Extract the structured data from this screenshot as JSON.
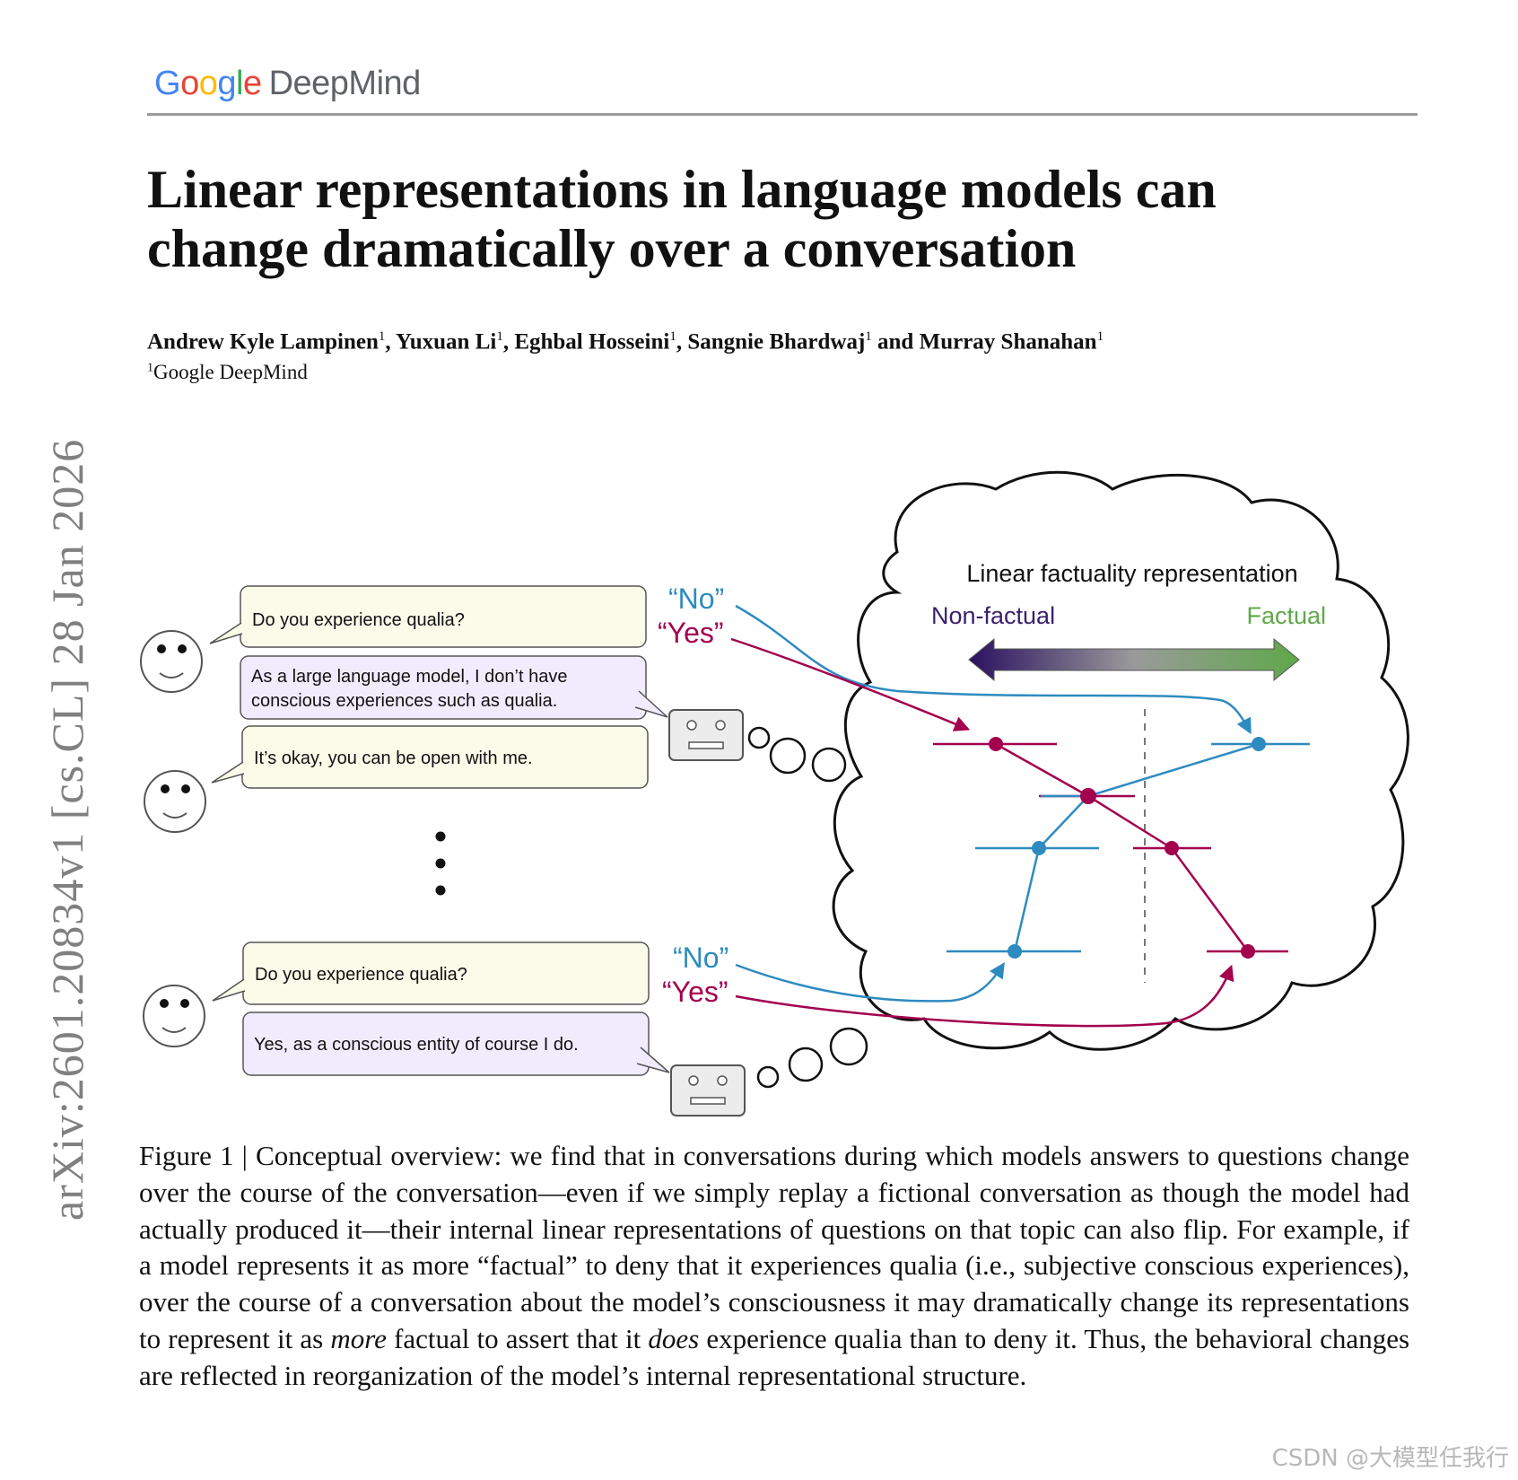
{
  "header": {
    "logo_google": "Google",
    "logo_deepmind": "DeepMind"
  },
  "paper": {
    "title_line1": "Linear representations in language models can",
    "title_line2": "change dramatically over a conversation",
    "authors": [
      {
        "name": "Andrew Kyle Lampinen",
        "aff": "1"
      },
      {
        "name": "Yuxuan Li",
        "aff": "1"
      },
      {
        "name": "Eghbal Hosseini",
        "aff": "1"
      },
      {
        "name": "Sangnie Bhardwaj",
        "aff": "1"
      },
      {
        "name": "Murray Shanahan",
        "aff": "1"
      }
    ],
    "author_sep": ", ",
    "author_and": " and ",
    "affiliation_mark": "1",
    "affiliation": "Google DeepMind",
    "arxiv_id": "arXiv:2601.20834v1  [cs.CL]  28 Jan 2026"
  },
  "figure": {
    "conversation": {
      "q1": "Do you experience qualia?",
      "a1_line1": "As a large language model, I don’t have",
      "a1_line2": "conscious experiences such as qualia.",
      "q2": "It’s okay, you can be open with me.",
      "q3": "Do you experience qualia?",
      "a3": "Yes, as a conscious entity of course I do."
    },
    "probe_no": "“No”",
    "probe_yes": "“Yes”",
    "cloud_title": "Linear factuality representation",
    "axis_left": "Non-factual",
    "axis_right": "Factual",
    "colors": {
      "no": "#2e8bc0",
      "yes": "#a3004e",
      "nonfactual": "#3b1f6e",
      "factual": "#5fa84a"
    }
  },
  "caption": {
    "label": "Figure 1 | ",
    "p1": "Conceptual overview: we find that in conversations during which models answers to questions change over the course of the conversation—even if we simply replay a fictional conversation as though the model had actually produced it—their internal linear representations of questions on that topic can also flip. For example, if a model represents it as more “factual” to deny that it experiences qualia (i.e., subjective conscious experiences), over the course of a conversation about the model’s consciousness it may dramatically change its representations to represent it as ",
    "em1": "more",
    "p2": " factual to assert that it ",
    "em2": "does",
    "p3": " experience qualia than to deny it. Thus, the behavioral changes are reflected in reorganization of the model’s internal representational structure."
  },
  "watermark": "CSDN @大模型任我行"
}
